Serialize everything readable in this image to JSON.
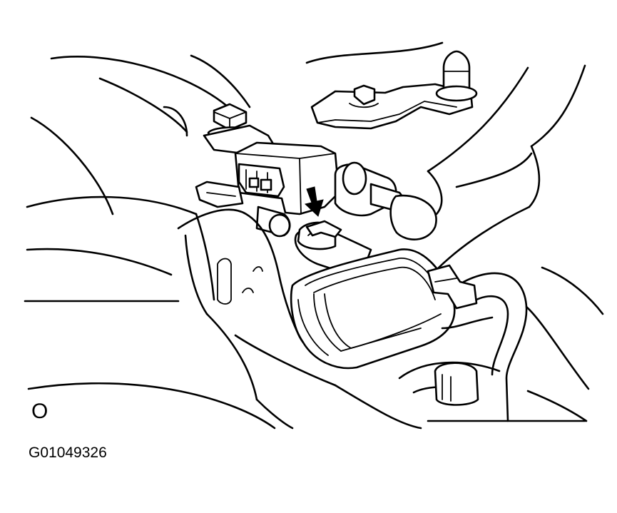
{
  "figure": {
    "view_label": "O",
    "figure_id": "G01049326"
  },
  "diagram": {
    "subject": "engine-bay-vacuum-switching-valve-hose-disconnect",
    "line_color": "#000000",
    "background_color": "#ffffff",
    "arrow_icon": "down-arrow-icon"
  }
}
